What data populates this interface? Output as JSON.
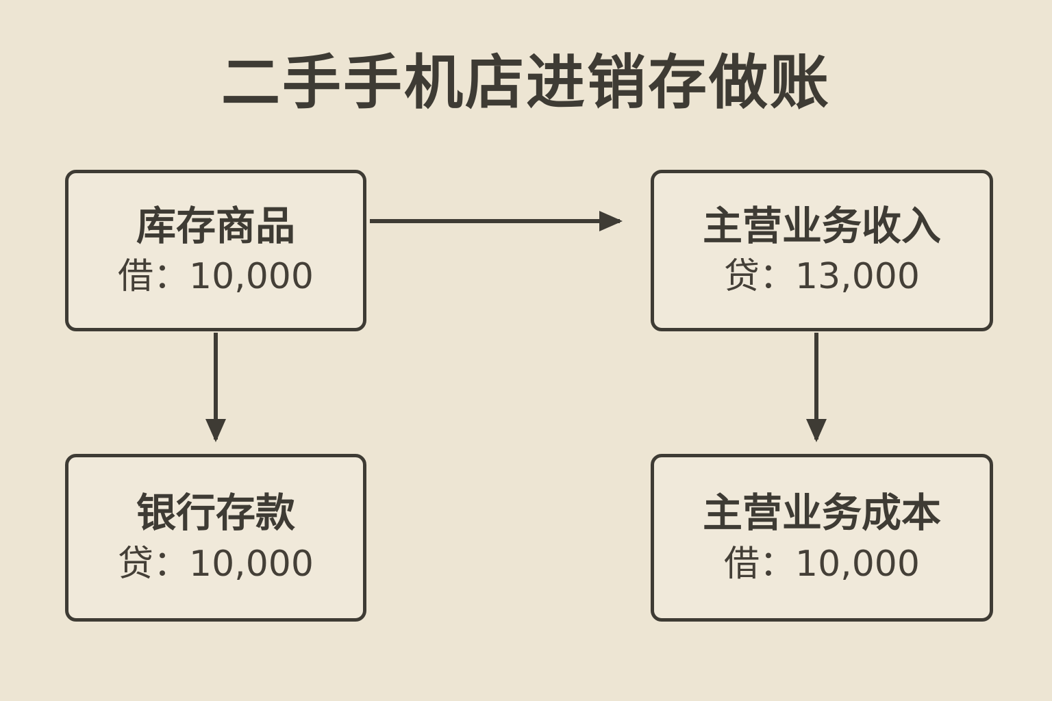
{
  "page": {
    "background_color": "#EDE5D3",
    "ink_color": "#3E3B34",
    "node_fill_color": "#F0E9DA"
  },
  "diagram": {
    "title": "二手手机店进销存做账",
    "nodes": [
      {
        "id": "inventory",
        "label": "库存商品",
        "entry": "借：10,000"
      },
      {
        "id": "revenue",
        "label": "主营业务收入",
        "entry": "贷：13,000"
      },
      {
        "id": "bank",
        "label": "银行存款",
        "entry": "贷：10,000"
      },
      {
        "id": "cost",
        "label": "主营业务成本",
        "entry": "借：10,000"
      }
    ],
    "arrows": [
      {
        "from": "inventory",
        "to": "revenue",
        "direction": "right"
      },
      {
        "from": "inventory",
        "to": "bank",
        "direction": "down"
      },
      {
        "from": "revenue",
        "to": "cost",
        "direction": "down"
      }
    ]
  }
}
